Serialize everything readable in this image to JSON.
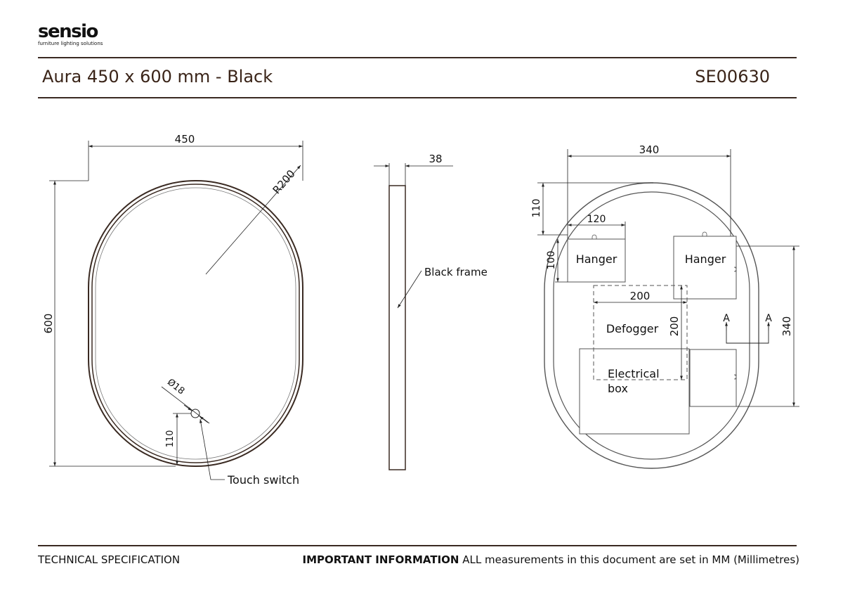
{
  "brand": {
    "logo_text": "sensio",
    "tagline": "furniture lighting solutions"
  },
  "header": {
    "title": "Aura 450 x 600 mm - Black",
    "code": "SE00630"
  },
  "front_view": {
    "width_label": "450",
    "height_label": "600",
    "radius_label": "R200",
    "switch_diameter_label": "Ø18",
    "switch_offset_label": "110",
    "touch_switch_label": "Touch switch"
  },
  "side_view": {
    "depth_label": "38",
    "frame_label": "Black frame"
  },
  "rear_view": {
    "hanger_spacing_label": "340",
    "hanger_top_offset_label": "110",
    "hanger_width_label": "120",
    "hanger_height_label": "100",
    "hanger_left_label": "Hanger",
    "hanger_right_label": "Hanger",
    "defogger_width_label": "200",
    "defogger_height_label": "200",
    "defogger_label": "Defogger",
    "electrical_box_label_line1": "Electrical",
    "electrical_box_label_line2": "box",
    "vertical_span_label": "340",
    "section_left_label": "A",
    "section_right_label": "A"
  },
  "footer": {
    "left": "TECHNICAL SPECIFICATION",
    "right_bold": "IMPORTANT INFORMATION",
    "right_text": " ALL measurements in this document are set in MM (Millimetres)"
  },
  "colors": {
    "frame": "#3a2a22",
    "title_text": "#3a2418",
    "dim_line": "#222222"
  }
}
